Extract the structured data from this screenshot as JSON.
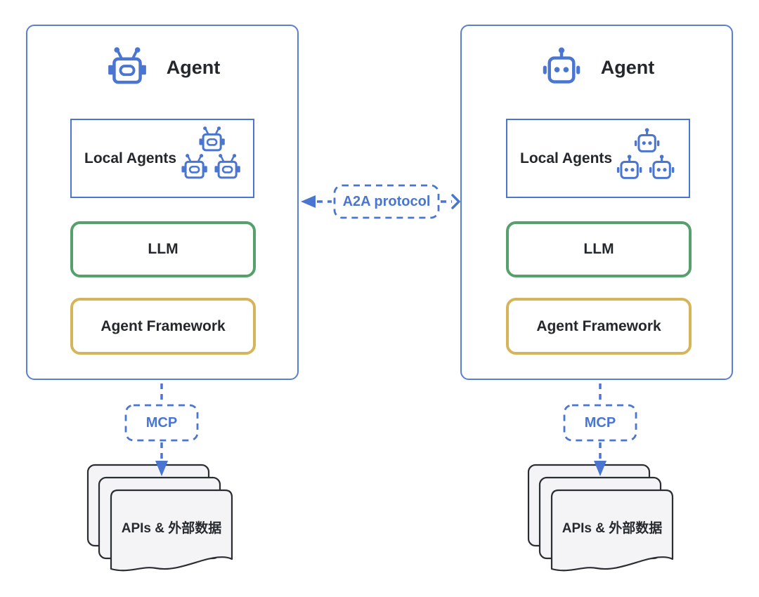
{
  "left_agent": {
    "title": "Agent",
    "local_agents": "Local Agents",
    "llm": "LLM",
    "framework": "Agent Framework",
    "mcp": "MCP",
    "datasource": "APIs & 外部数据"
  },
  "right_agent": {
    "title": "Agent",
    "local_agents": "Local Agents",
    "llm": "LLM",
    "framework": "Agent Framework",
    "mcp": "MCP",
    "datasource": "APIs & 外部数据"
  },
  "connection": {
    "a2a": "A2A protocol"
  },
  "icons": {
    "left_agent_icon": "robot-oval-mouth-icon",
    "right_agent_icon": "robot-dot-eyes-icon",
    "left_cluster_icon": "three-robots-icon",
    "right_cluster_icon": "three-robots-icon",
    "datasource_icon": "stacked-documents-icon"
  },
  "colors": {
    "blue_accent": "#4a76d2",
    "blue_border": "#597fd0",
    "green_border": "#55a06b",
    "gold_border": "#d6b45a",
    "ink_text": "#24282c",
    "doc_fill": "#f4f4f6",
    "doc_stroke": "#2a2d31"
  }
}
